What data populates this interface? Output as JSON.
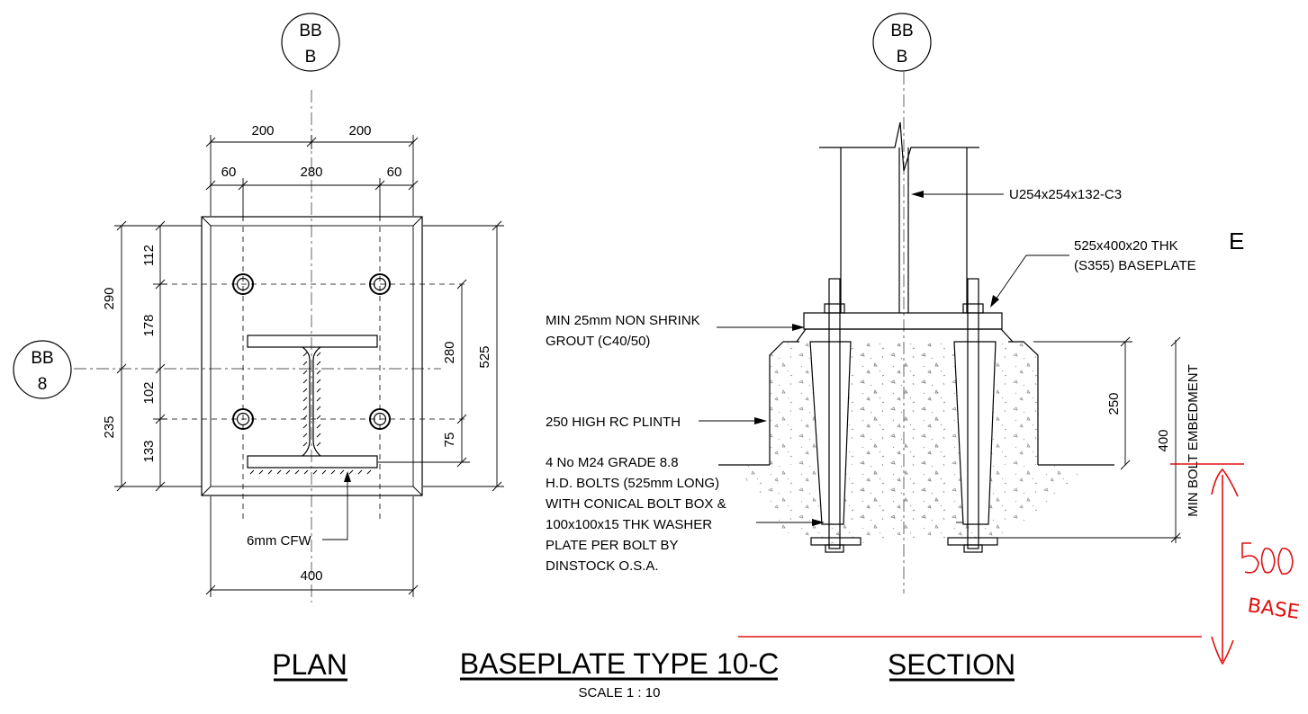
{
  "grid_bubbles": {
    "plan_top": {
      "line1": "BB",
      "line2": "B"
    },
    "section_top": {
      "line1": "BB",
      "line2": "B"
    },
    "plan_left": {
      "line1": "BB",
      "line2": "8"
    }
  },
  "plan": {
    "dims": {
      "top_half_left": "200",
      "top_half_right": "200",
      "edge_left": "60",
      "bolt_centres": "280",
      "edge_right": "60",
      "left_upper_total": "290",
      "left_lower_total": "235",
      "seg_112": "112",
      "seg_178": "178",
      "seg_102": "102",
      "seg_133": "133",
      "right_bolt_centres": "280",
      "right_75": "75",
      "right_total": "525",
      "bottom_total": "400"
    },
    "weld_note": "6mm CFW"
  },
  "section": {
    "column_label": "U254x254x132-C3",
    "baseplate_line1": "525x400x20 THK",
    "baseplate_line2": "(S355) BASEPLATE",
    "grout_line1": "MIN 25mm NON SHRINK",
    "grout_line2": "GROUT (C40/50)",
    "plinth_note": "250 HIGH RC PLINTH",
    "bolts_lines": [
      "4 No M24 GRADE 8.8",
      "H.D. BOLTS (525mm LONG)",
      "WITH CONICAL BOLT BOX &",
      "100x100x15 THK WASHER",
      "PLATE PER BOLT  BY",
      "DINSTOCK O.S.A."
    ],
    "dim_250": "250",
    "dim_400": "400",
    "embedment_label": "MIN BOLT EMBEDMENT",
    "cropped_char": "E"
  },
  "titles": {
    "plan": "PLAN",
    "main": "BASEPLATE TYPE 10-C",
    "scale": "SCALE  1 : 10",
    "section": "SECTION"
  },
  "markup": {
    "color": "#e01010",
    "text_line1": "500",
    "text_line2": "BASE"
  }
}
